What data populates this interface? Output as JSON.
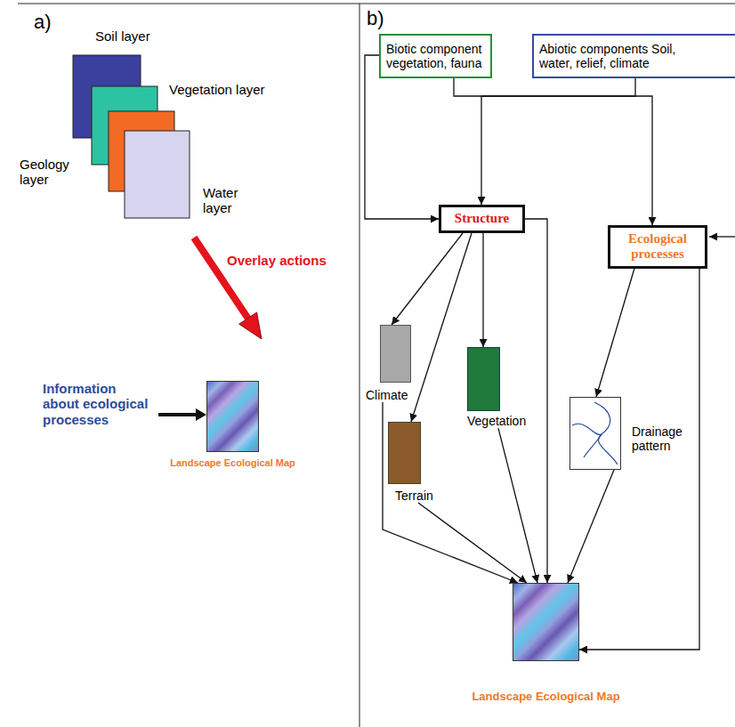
{
  "diagram": {
    "nodes": [
      {
        "text": [
          "Landscape Ecological Map"
        ]
      },
      {
        "text": [
          "Biotic component vegetation, fauna"
        ]
      },
      {
        "text": [
          "Abiotic components Soil, water, relief, climate"
        ]
      },
      {
        "text": [
          "Structure"
        ]
      },
      {
        "text": [
          "Ecological processes"
        ]
      },
      {
        "text": [
          "Climate"
        ]
      },
      {
        "text": [
          "Vegetation"
        ]
      },
      {
        "text": [
          "Terrain"
        ]
      },
      {
        "text": [
          "Drainage pattern"
        ]
      },
      {
        "text": [
          "Landscape Ecological Map"
        ]
      }
    ],
    "edges": [
      {
        "from": 1,
        "to": 3,
        "arrow": "to"
      },
      {
        "from": 1,
        "to": 4,
        "arrow": "to"
      },
      {
        "from": 2,
        "to": 3,
        "arrow": "to"
      },
      {
        "from": 3,
        "to": 5,
        "arrow": "to"
      },
      {
        "from": 3,
        "to": 6,
        "arrow": "to"
      },
      {
        "from": 3,
        "to": 7,
        "arrow": "to"
      },
      {
        "from": 3,
        "to": 9,
        "arrow": "to"
      },
      {
        "from": 4,
        "to": 8,
        "arrow": "to"
      },
      {
        "from": 4,
        "to": 9,
        "arrow": "to"
      },
      {
        "from": 5,
        "to": 9,
        "arrow": "to"
      },
      {
        "from": 6,
        "to": 9,
        "arrow": "to"
      },
      {
        "from": 7,
        "to": 9,
        "arrow": "to"
      },
      {
        "from": 8,
        "to": 9,
        "arrow": "to"
      }
    ],
    "labels": [
      "a)",
      "Soil layer",
      "Vegetation layer",
      "Geology layer",
      "Water layer",
      "Overlay actions",
      "Information about ecological processes",
      "b)"
    ]
  }
}
